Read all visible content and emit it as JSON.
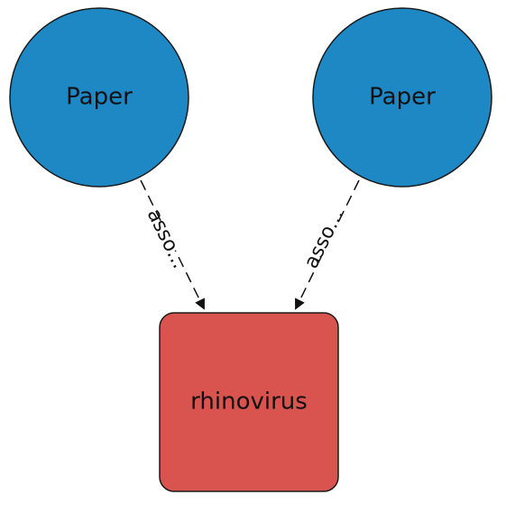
{
  "graph": {
    "nodes": [
      {
        "id": "paper-1",
        "label": "Paper",
        "shape": "circle",
        "fill": "#1e88c5"
      },
      {
        "id": "paper-2",
        "label": "Paper",
        "shape": "circle",
        "fill": "#1e88c5"
      },
      {
        "id": "rhinovirus",
        "label": "rhinovirus",
        "shape": "rounded-square",
        "fill": "#d9534f"
      }
    ],
    "edges": [
      {
        "from": "paper-1",
        "to": "rhinovirus",
        "label": "asso...",
        "style": "dashed"
      },
      {
        "from": "paper-2",
        "to": "rhinovirus",
        "label": "asso...",
        "style": "dashed"
      }
    ],
    "colors": {
      "paper_fill": "#1e88c5",
      "entity_fill": "#d9534f",
      "stroke": "#1a1a1a",
      "edge_color": "#111111",
      "background": "#ffffff"
    }
  }
}
